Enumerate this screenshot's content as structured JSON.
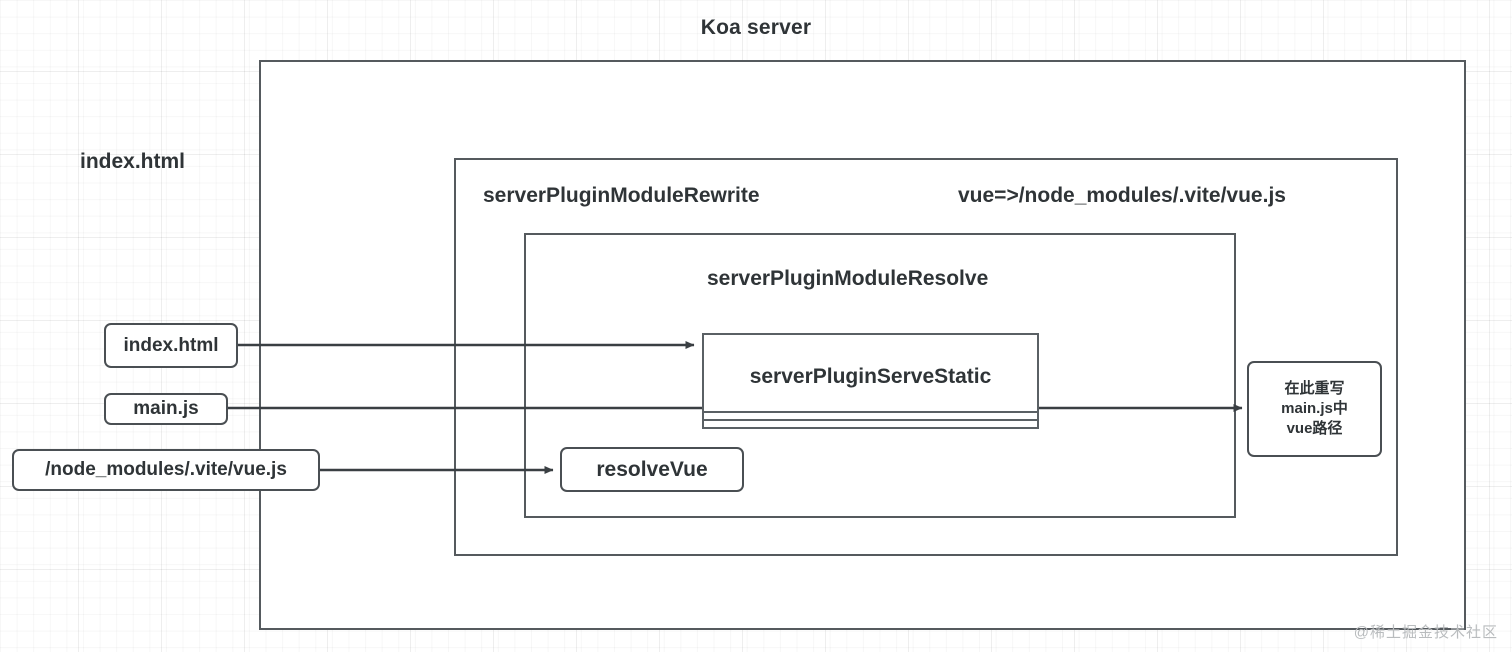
{
  "diagram": {
    "title": "Koa server",
    "watermark": "@稀土掘金技术社区"
  },
  "left_section": {
    "heading": "index.html",
    "nodes": [
      {
        "id": "index-html",
        "label": "index.html"
      },
      {
        "id": "main-js",
        "label": "main.js"
      },
      {
        "id": "vue-path",
        "label": "/node_modules/.vite/vue.js"
      }
    ]
  },
  "rewrite_layer": {
    "label": "serverPluginModuleRewrite",
    "mapping": "vue=>/node_modules/.vite/vue.js"
  },
  "resolve_layer": {
    "label": "serverPluginModuleResolve",
    "nodes": [
      {
        "id": "serve-static",
        "label": "serverPluginServeStatic"
      },
      {
        "id": "resolve-vue",
        "label": "resolveVue"
      }
    ]
  },
  "note_box": {
    "line1": "在此重写",
    "line2": "main.js中",
    "line3": "vue路径"
  },
  "colors": {
    "stroke": "#4a4f53",
    "container_stroke": "#555a5e",
    "text": "#2f3437",
    "watermark": "#b9bcbe",
    "background": "#ffffff"
  }
}
